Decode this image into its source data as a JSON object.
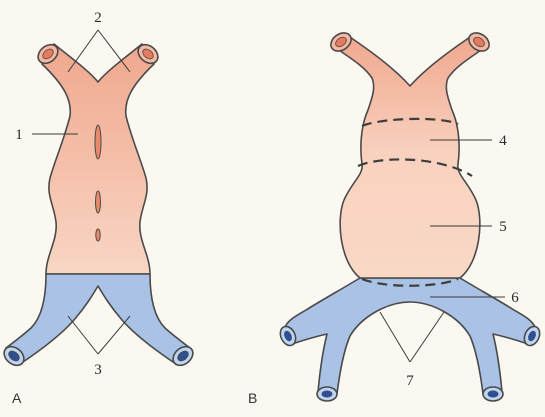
{
  "figure": {
    "panels": {
      "a": "A",
      "b": "B"
    },
    "labels": {
      "n1": "1",
      "n2": "2",
      "n3": "3",
      "n4": "4",
      "n5": "5",
      "n6": "6",
      "n7": "7"
    },
    "colors": {
      "atrial_region": "#f2b39c",
      "ventricle_region": "#f8cfba",
      "venous_region": "#a9c2e6",
      "lumen_arterial": "#e57a5c",
      "lumen_venous": "#2f4f8f",
      "outline": "#4a4a4a"
    }
  }
}
